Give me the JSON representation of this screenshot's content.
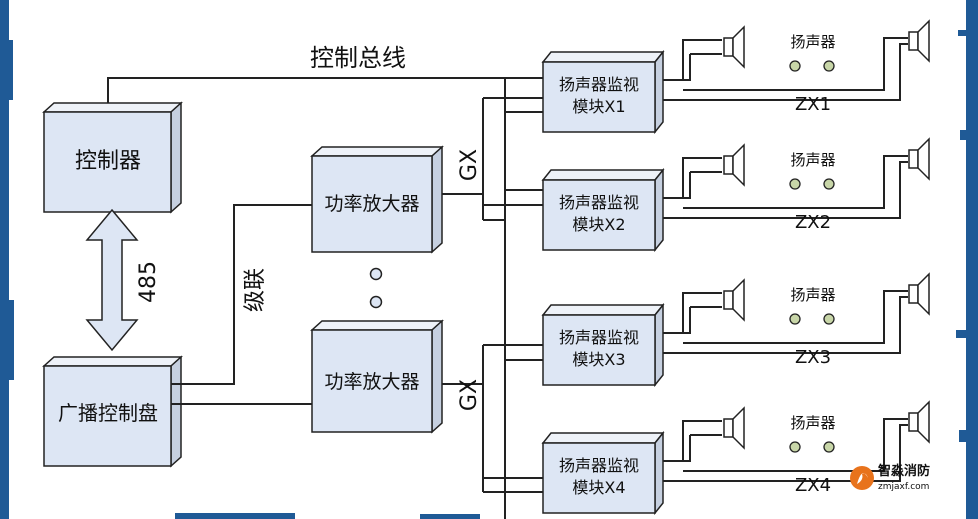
{
  "bus_label": "控制总线",
  "controller_label": "控制器",
  "broadcast_panel_label": "广播控制盘",
  "link_485_label": "485",
  "cascade_label": "级联",
  "amplifier_label": "功率放大器",
  "gx_label": "GX",
  "speaker_label": "扬声器",
  "modules": [
    {
      "line1": "扬声器监视",
      "line2": "模块X1",
      "zone": "ZX1"
    },
    {
      "line1": "扬声器监视",
      "line2": "模块X2",
      "zone": "ZX2"
    },
    {
      "line1": "扬声器监视",
      "line2": "模块X3",
      "zone": "ZX3"
    },
    {
      "line1": "扬声器监视",
      "line2": "模块X4",
      "zone": "ZX4"
    }
  ],
  "watermark": {
    "name": "智淼消防",
    "url": "zmjaxf.com"
  },
  "colors": {
    "box_fill": "#dde6f4",
    "line": "#222222",
    "border_blue": "#1f5a96",
    "logo_orange": "#e8731c"
  }
}
